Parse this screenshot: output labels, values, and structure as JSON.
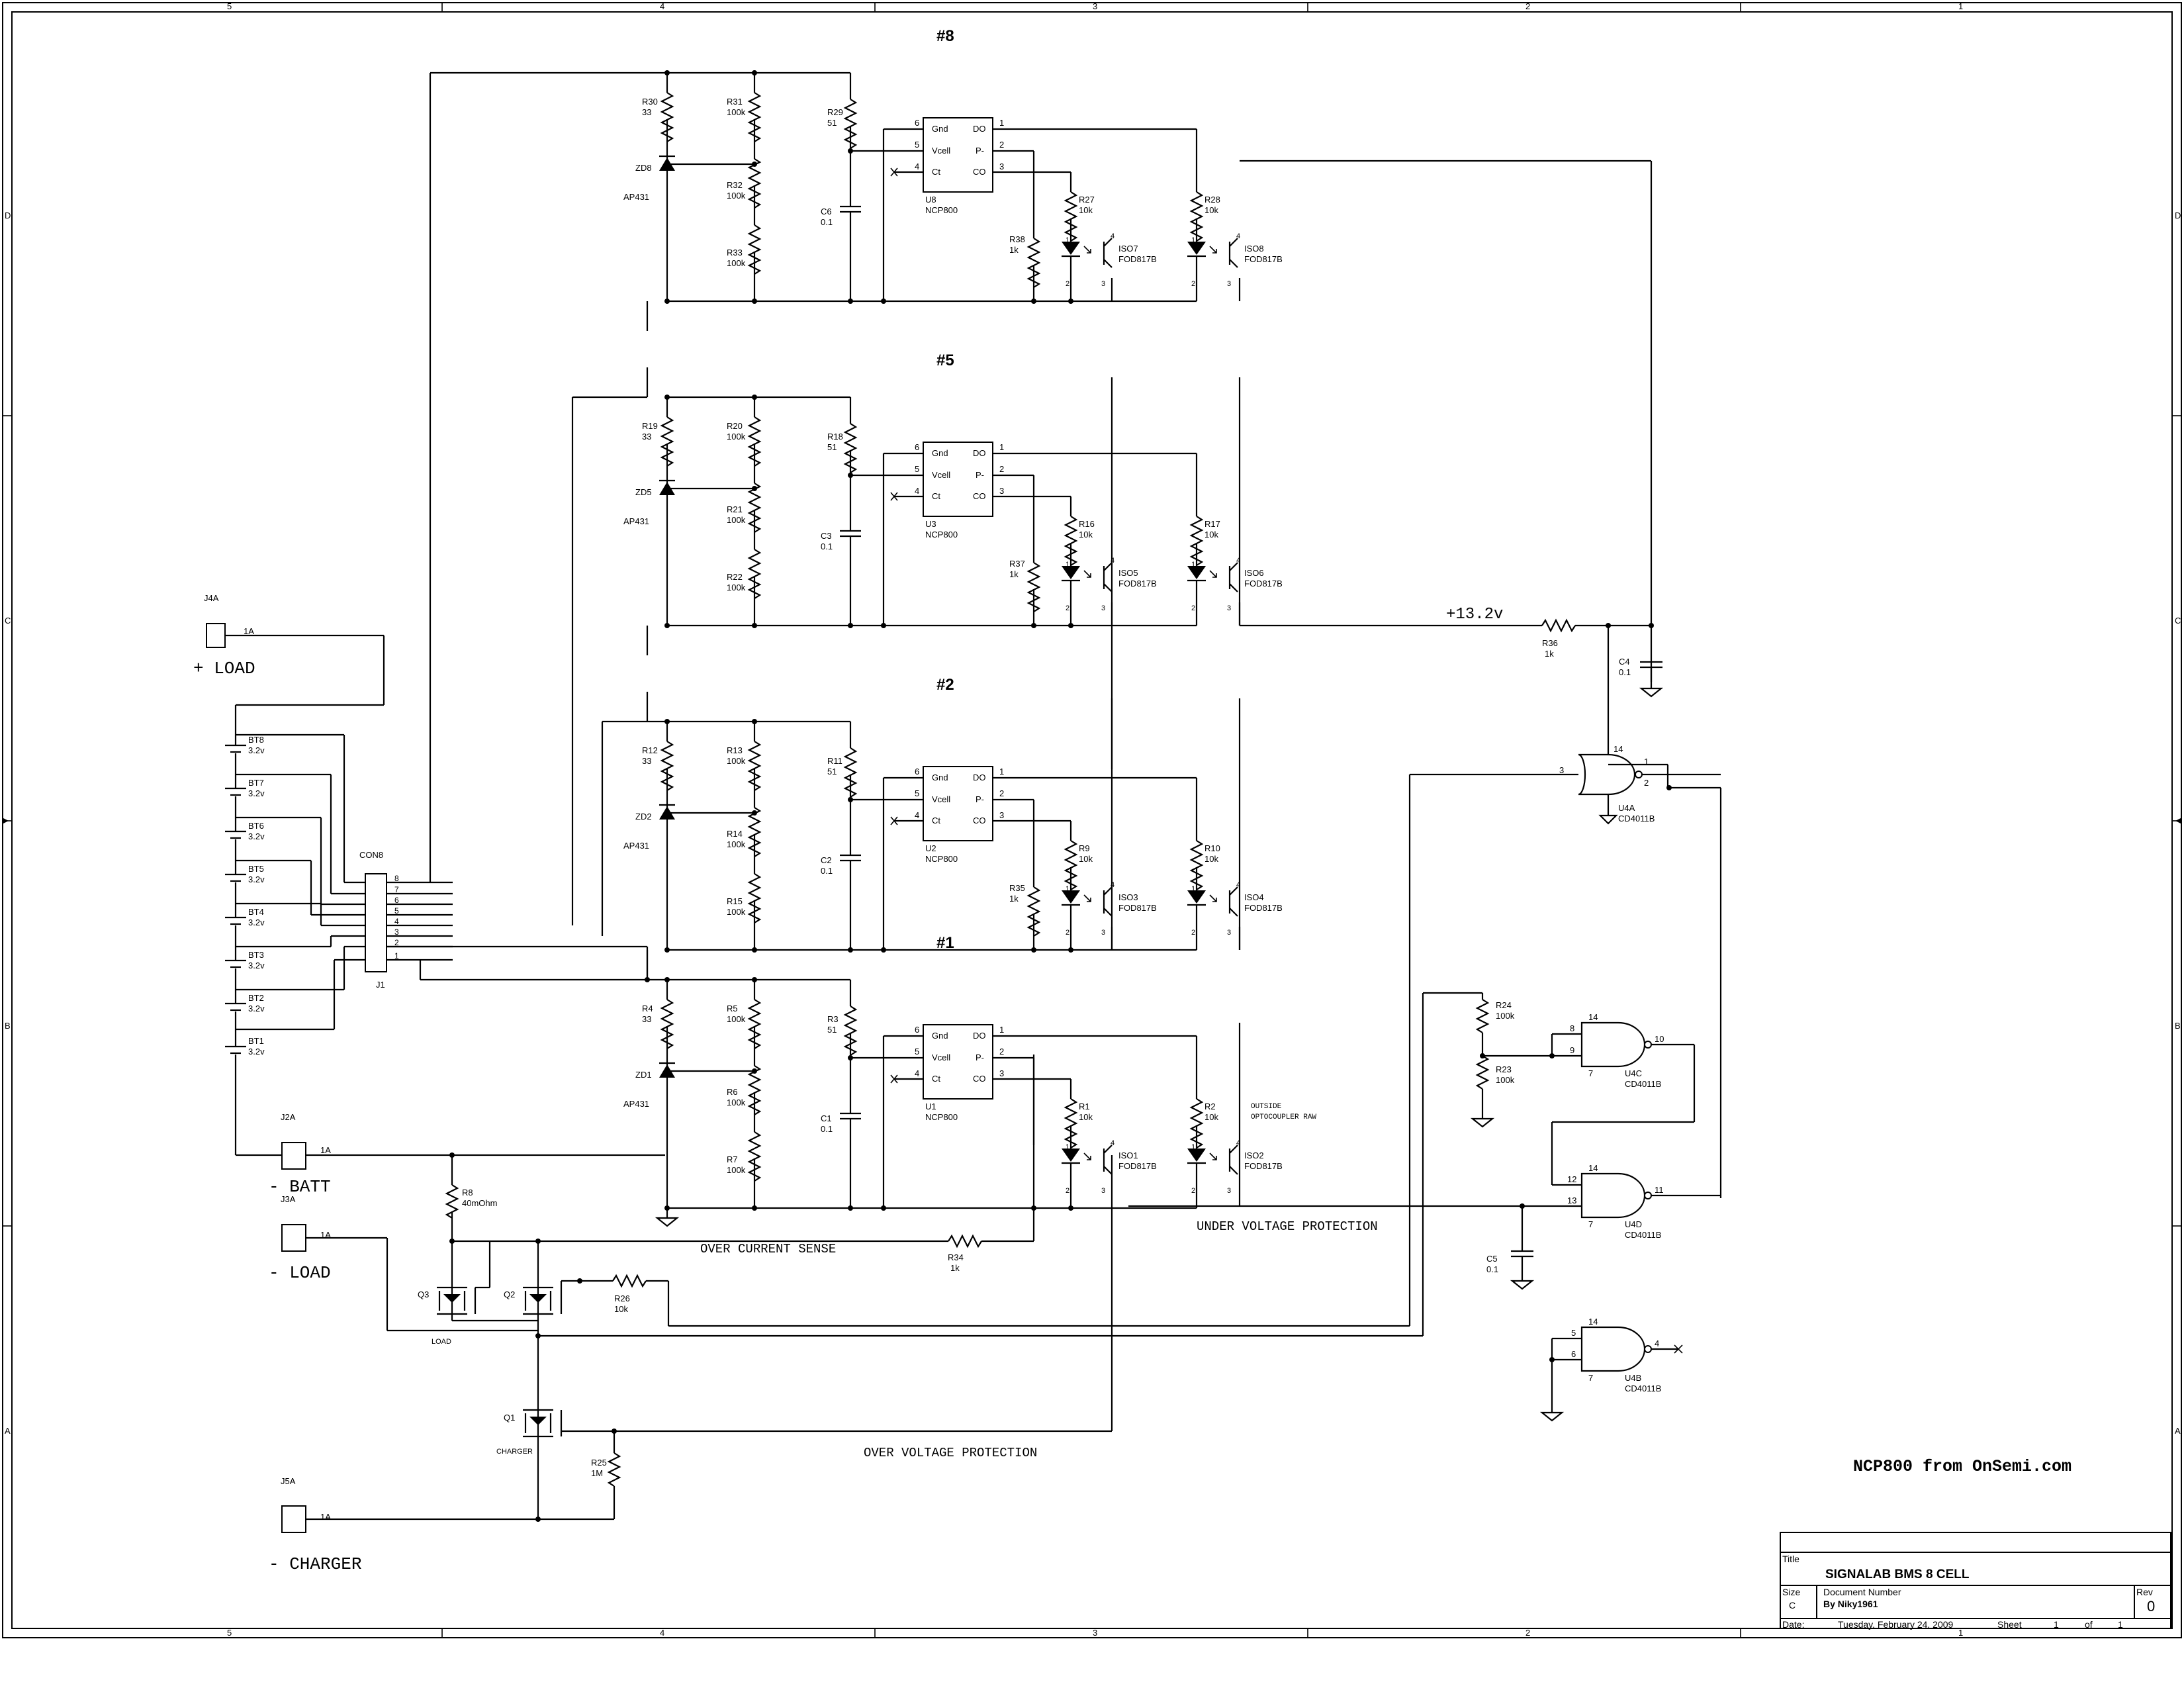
{
  "border": {
    "cols": [
      "5",
      "4",
      "3",
      "2",
      "1"
    ],
    "rows": [
      "D",
      "C",
      "B",
      "A"
    ]
  },
  "sections": [
    {
      "heading": "#8",
      "ic": "U8",
      "part": "NCP800",
      "r_top": "R30",
      "r_top_val": "33",
      "r_div1": "R31",
      "r_div1_val": "100k",
      "r_div2": "R32",
      "r_div2_val": "100k",
      "r_div3": "R33",
      "r_div3_val": "100k",
      "zd": "ZD8",
      "zd_part": "AP431",
      "r_ser": "R29",
      "r_ser_val": "51",
      "cap": "C6",
      "cap_val": "0.1",
      "r_led1": "R27",
      "r_led1_val": "10k",
      "r_led2": "R28",
      "r_led2_val": "10k",
      "r_pull": "R38",
      "r_pull_val": "1k",
      "iso_a": "ISO7",
      "iso_b": "ISO8",
      "iso_part": "FOD817B"
    },
    {
      "heading": "#5",
      "ic": "U3",
      "part": "NCP800",
      "r_top": "R19",
      "r_top_val": "33",
      "r_div1": "R20",
      "r_div1_val": "100k",
      "r_div2": "R21",
      "r_div2_val": "100k",
      "r_div3": "R22",
      "r_div3_val": "100k",
      "zd": "ZD5",
      "zd_part": "AP431",
      "r_ser": "R18",
      "r_ser_val": "51",
      "cap": "C3",
      "cap_val": "0.1",
      "r_led1": "R16",
      "r_led1_val": "10k",
      "r_led2": "R17",
      "r_led2_val": "10k",
      "r_pull": "R37",
      "r_pull_val": "1k",
      "iso_a": "ISO5",
      "iso_b": "ISO6",
      "iso_part": "FOD817B"
    },
    {
      "heading": "#2",
      "ic": "U2",
      "part": "NCP800",
      "r_top": "R12",
      "r_top_val": "33",
      "r_div1": "R13",
      "r_div1_val": "100k",
      "r_div2": "R14",
      "r_div2_val": "100k",
      "r_div3": "R15",
      "r_div3_val": "100k",
      "zd": "ZD2",
      "zd_part": "AP431",
      "r_ser": "R11",
      "r_ser_val": "51",
      "cap": "C2",
      "cap_val": "0.1",
      "r_led1": "R9",
      "r_led1_val": "10k",
      "r_led2": "R10",
      "r_led2_val": "10k",
      "r_pull": "R35",
      "r_pull_val": "1k",
      "iso_a": "ISO3",
      "iso_b": "ISO4",
      "iso_part": "FOD817B"
    },
    {
      "heading": "#1",
      "ic": "U1",
      "part": "NCP800",
      "r_top": "R4",
      "r_top_val": "33",
      "r_div1": "R5",
      "r_div1_val": "100k",
      "r_div2": "R6",
      "r_div2_val": "100k",
      "r_div3": "R7",
      "r_div3_val": "100k",
      "zd": "ZD1",
      "zd_part": "AP431",
      "r_ser": "R3",
      "r_ser_val": "51",
      "cap": "C1",
      "cap_val": "0.1",
      "r_led1": "R1",
      "r_led1_val": "10k",
      "r_led2": "R2",
      "r_led2_val": "10k",
      "r_pull": "",
      "r_pull_val": "",
      "iso_a": "ISO1",
      "iso_b": "ISO2",
      "iso_part": "FOD817B"
    }
  ],
  "ic_pins": {
    "gnd": "Gnd",
    "vcell": "Vcell",
    "ct": "Ct",
    "do": "DO",
    "pm": "P-",
    "co": "CO",
    "n6": "6",
    "n5": "5",
    "n4": "4",
    "n1": "1",
    "n2": "2",
    "n3": "3"
  },
  "batteries": [
    {
      "ref": "BT8",
      "val": "3.2v"
    },
    {
      "ref": "BT7",
      "val": "3.2v"
    },
    {
      "ref": "BT6",
      "val": "3.2v"
    },
    {
      "ref": "BT5",
      "val": "3.2v"
    },
    {
      "ref": "BT4",
      "val": "3.2v"
    },
    {
      "ref": "BT3",
      "val": "3.2v"
    },
    {
      "ref": "BT2",
      "val": "3.2v"
    },
    {
      "ref": "BT1",
      "val": "3.2v"
    }
  ],
  "connector": {
    "ref": "CON8",
    "body": "J1",
    "pins": [
      "8",
      "7",
      "6",
      "5",
      "4",
      "3",
      "2",
      "1"
    ]
  },
  "jacks": {
    "j4a": {
      "ref": "J4A",
      "pin": "1A",
      "label": "+ LOAD"
    },
    "j2a": {
      "ref": "J2A",
      "pin": "1A",
      "label": "- BATT"
    },
    "j3a": {
      "ref": "J3A",
      "pin": "1A",
      "label": "- LOAD"
    },
    "j5a": {
      "ref": "J5A",
      "pin": "1A",
      "label": "- CHARGER"
    }
  },
  "power": {
    "r8": "R8",
    "r8_val": "40mOhm",
    "q3": "Q3",
    "q2": "Q2",
    "q1": "Q1",
    "load_tag": "LOAD",
    "charger_tag": "CHARGER",
    "r26": "R26",
    "r26_val": "10k",
    "r25": "R25",
    "r25_val": "1M",
    "r34": "R34",
    "r34_val": "1k",
    "over_current": "OVER CURRENT SENSE",
    "over_voltage": "OVER VOLTAGE PROTECTION",
    "under_voltage": "UNDER VOLTAGE PROTECTION",
    "outside_note_1": "OUTSIDE",
    "outside_note_2": "OPTOCOUPLER RAW"
  },
  "logic": {
    "rail": "+13.2v",
    "r36": "R36",
    "r36_val": "1k",
    "c4": "C4",
    "c4_val": "0.1",
    "u4a": "U4A",
    "u4b": "U4B",
    "u4c": "U4C",
    "u4d": "U4D",
    "gate_part": "CD4011B",
    "r24": "R24",
    "r24_val": "100k",
    "r23": "R23",
    "r23_val": "100k",
    "c5": "C5",
    "c5_val": "0.1"
  },
  "note": "NCP800 from OnSemi.com",
  "title_block": {
    "title_label": "Title",
    "title": "SIGNALAB BMS 8 CELL",
    "size_label": "Size",
    "size": "C",
    "docnum_label": "Document Number",
    "docnum": "By Niky1961",
    "rev_label": "Rev",
    "rev": "0",
    "date_label": "Date:",
    "date": "Tuesday, February 24, 2009",
    "sheet_label": "Sheet",
    "sheet": "1",
    "of_label": "of",
    "of": "1"
  }
}
